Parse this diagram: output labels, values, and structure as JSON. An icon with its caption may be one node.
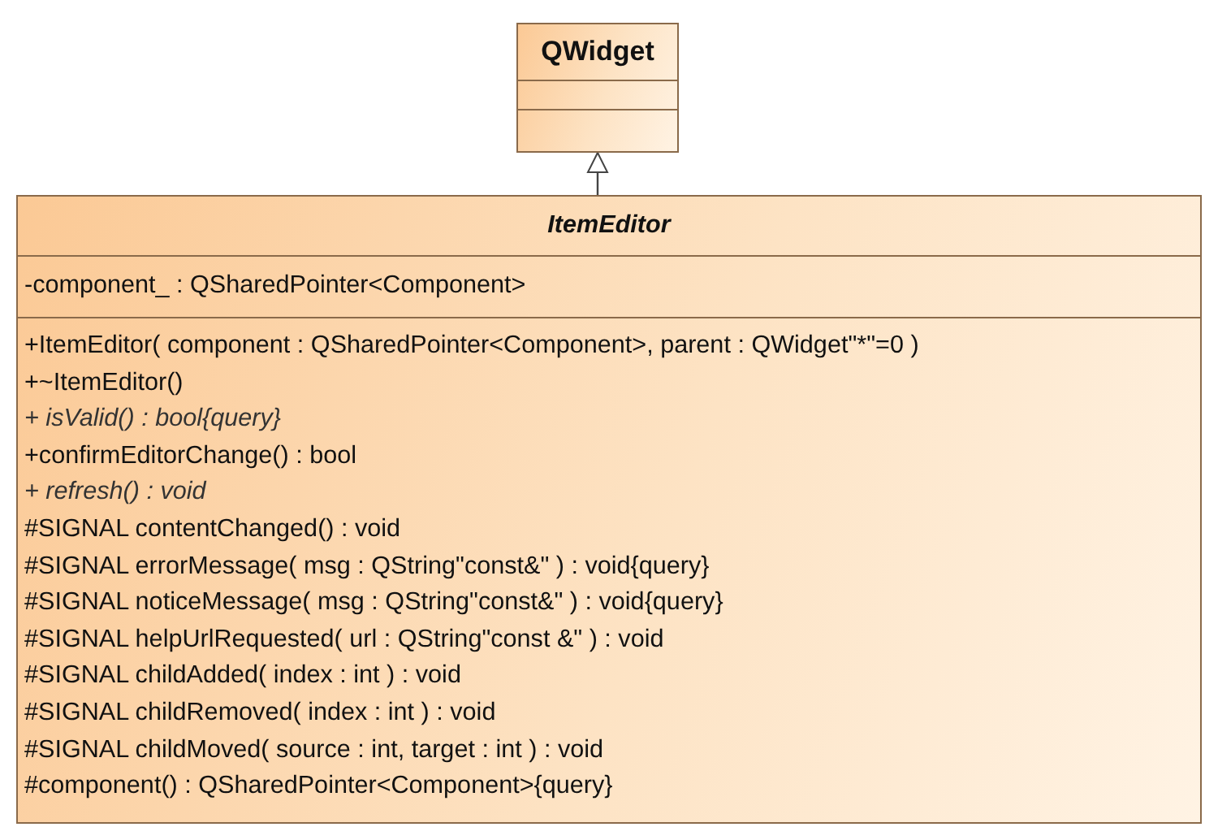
{
  "diagram": {
    "nodes": [
      {
        "text": [
          "QWidget"
        ]
      },
      {
        "text": [
          "ItemEditor",
          "-component_ : QSharedPointer<Component>",
          "+ItemEditor( component : QSharedPointer<Component>, parent : QWidget\"*\"=0 )",
          "+~ItemEditor()",
          "+ isValid() : bool{query}",
          "+confirmEditorChange() : bool",
          "+ refresh() : void",
          "#SIGNAL contentChanged() : void",
          "#SIGNAL errorMessage( msg : QString\"const&\" ) : void{query}",
          "#SIGNAL noticeMessage( msg : QString\"const&\" ) : void{query}",
          "#SIGNAL helpUrlRequested( url : QString\"const &\" ) : void",
          "#SIGNAL childAdded( index : int ) : void",
          "#SIGNAL childRemoved( index : int ) : void",
          "#SIGNAL childMoved( source : int, target : int ) : void",
          "#component() : QSharedPointer<Component>{query}"
        ]
      }
    ],
    "edges": [
      {
        "from": 1,
        "to": 0,
        "arrow": "to"
      }
    ]
  }
}
